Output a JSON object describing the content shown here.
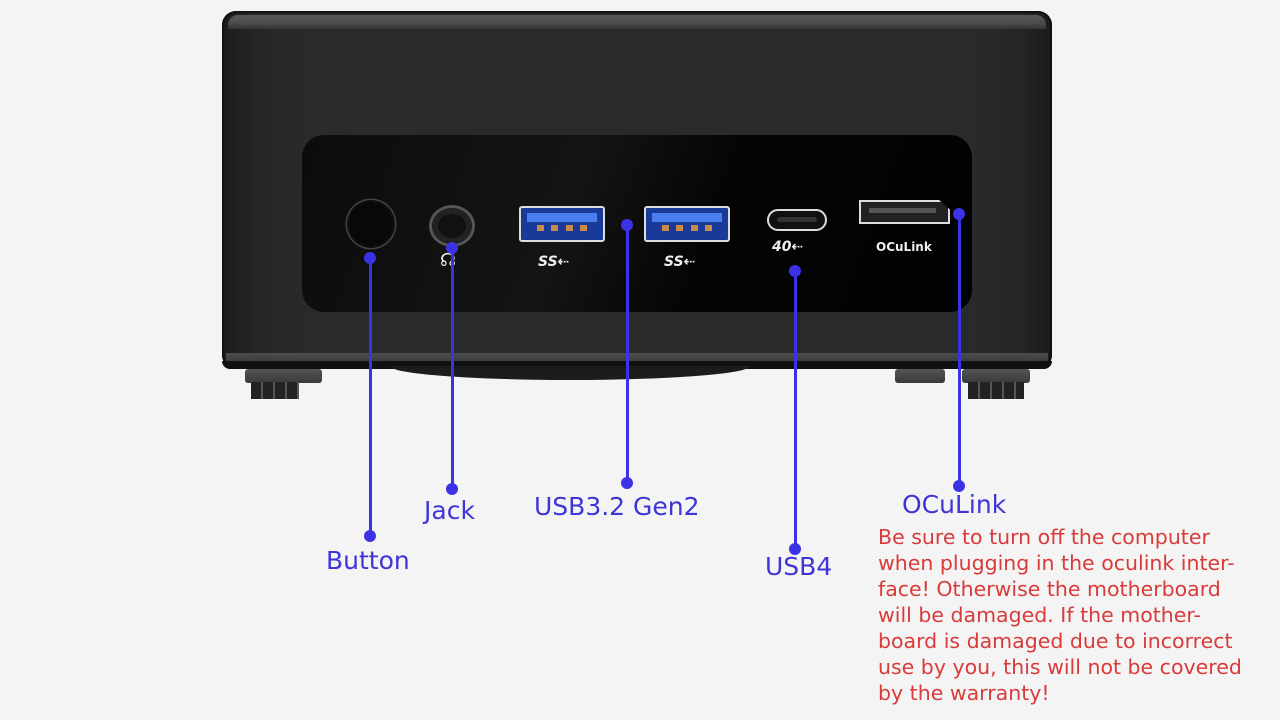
{
  "ports": [
    {
      "id": "button",
      "label": "Button",
      "icon": "power-button-icon"
    },
    {
      "id": "jack",
      "label": "Jack",
      "icon": "headphone-jack-icon"
    },
    {
      "id": "usb32",
      "label": "USB3.2 Gen2",
      "icon": "usb-a-port-icon",
      "logo": "SS⇠"
    },
    {
      "id": "usb4",
      "label": "USB4",
      "icon": "usb-c-port-icon",
      "logo": "40⇠"
    },
    {
      "id": "oculink",
      "label": "OCuLink",
      "icon": "oculink-port-icon",
      "logo": "OCuLink"
    }
  ],
  "warning": {
    "lines": [
      "Be sure to turn off the computer",
      "when plugging in the oculink inter-",
      "face! Otherwise the motherboard",
      "will be damaged. If the mother-",
      "board is damaged due to incorrect",
      "use by you, this will not be covered",
      "by the warranty!"
    ]
  },
  "colors": {
    "label": "#3d36d4",
    "line": "#3b32e6",
    "warning": "#d93a3a",
    "background": "#f4f4f4",
    "device": "#2a2a2a"
  }
}
